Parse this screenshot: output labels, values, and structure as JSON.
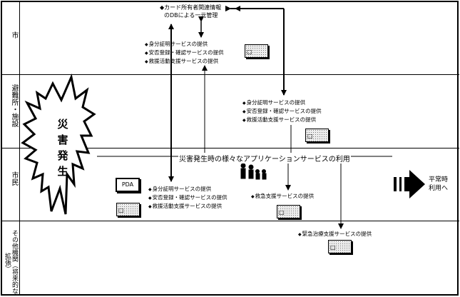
{
  "lanes": [
    {
      "label": "市"
    },
    {
      "label": "避難所・施設"
    },
    {
      "label": "市民"
    },
    {
      "label": "その他機関（将来的な拡張）"
    }
  ],
  "disaster_label": "災害発生",
  "cloud_top": {
    "line1": "◆カード所有者関連情報",
    "line2": "のDBによる一元管理"
  },
  "city_services": [
    "身分証明サービスの提供",
    "安否登録・確認サービスの提供",
    "救援活動支援サービスの提供"
  ],
  "shelter_services": [
    "身分証明サービスの提供",
    "安否登録・確認サービスの提供",
    "救援活動支援サービスの提供"
  ],
  "citizen_services": [
    "身分証明サービスの提供",
    "安否登録・確認サービスの提供",
    "救援活動支援サービスの提供"
  ],
  "rescue_service": "救急支援サービスの提供",
  "medical_service": "緊急治療支援サービスの提供",
  "app_usage_label": "災害発生時の様々なアプリケーションサービスの利用",
  "pda_label": "PDA",
  "normal_use_label": [
    "平常時",
    "利用へ"
  ],
  "box_glyph": "□"
}
